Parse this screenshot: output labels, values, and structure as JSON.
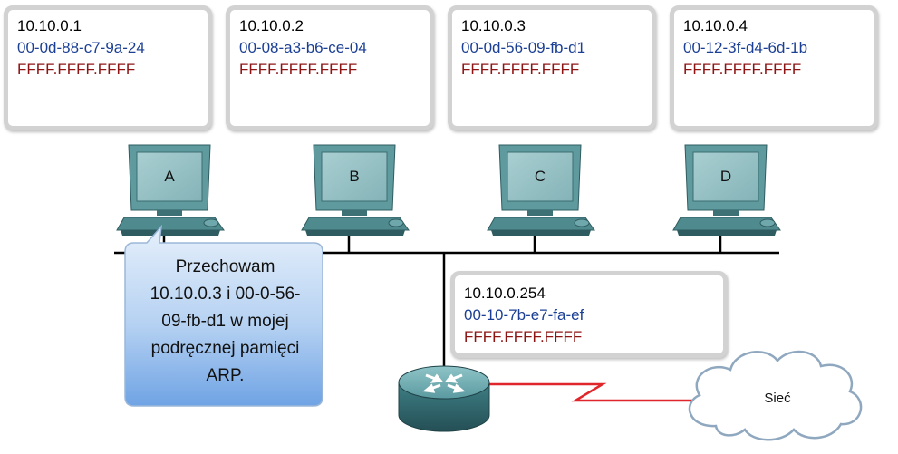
{
  "hosts": [
    {
      "ip": "10.10.0.1",
      "mac": "00-0d-88-c7-9a-24",
      "broadcast": "FFFF.FFFF.FFFF",
      "label": "A"
    },
    {
      "ip": "10.10.0.2",
      "mac": "00-08-a3-b6-ce-04",
      "broadcast": "FFFF.FFFF.FFFF",
      "label": "B"
    },
    {
      "ip": "10.10.0.3",
      "mac": "00-0d-56-09-fb-d1",
      "broadcast": "FFFF.FFFF.FFFF",
      "label": "C"
    },
    {
      "ip": "10.10.0.4",
      "mac": "00-12-3f-d4-6d-1b",
      "broadcast": "FFFF.FFFF.FFFF",
      "label": "D"
    }
  ],
  "router": {
    "ip": "10.10.0.254",
    "mac": "00-10-7b-e7-fa-ef",
    "broadcast": "FFFF.FFFF.FFFF"
  },
  "callout": {
    "lines": [
      "Przechowam",
      "10.10.0.3 i 00-0-56-",
      "09-fb-d1 w mojej",
      "podręcznej pamięci",
      "ARP."
    ]
  },
  "cloud": {
    "label": "Sieć"
  },
  "colors": {
    "ip": "#000000",
    "mac": "#1b3f94",
    "broadcast": "#8e1414",
    "wan_link": "#e0262b",
    "monitor": "#5f9ea0"
  }
}
